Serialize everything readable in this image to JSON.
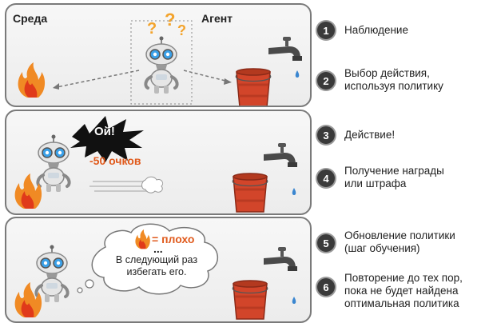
{
  "panel1": {
    "env_label": "Среда",
    "agent_label": "Агент"
  },
  "panel2": {
    "exclaim": "Ой!",
    "penalty": "-50 очков"
  },
  "panel3": {
    "bad_label": "= плохо",
    "dots": "...",
    "avoid_text": "В следующий раз\nизбегать его."
  },
  "steps": [
    {
      "num": "1",
      "text": "Наблюдение"
    },
    {
      "num": "2",
      "text": "Выбор действия,\nиспользуя политику"
    },
    {
      "num": "3",
      "text": "Действие!"
    },
    {
      "num": "4",
      "text": "Получение награды\nили штрафа"
    },
    {
      "num": "5",
      "text": "Обновление политики\n(шаг обучения)"
    },
    {
      "num": "6",
      "text": "Повторение до тех пор,\nпока не будет найдена\nоптимальная политика"
    }
  ],
  "colors": {
    "fire_outer": "#f08a24",
    "fire_inner": "#e03a1a",
    "bucket": "#d2452a",
    "penalty": "#e05a1c",
    "robot_eye": "#3aa0e8",
    "question": "#f3a32b"
  }
}
